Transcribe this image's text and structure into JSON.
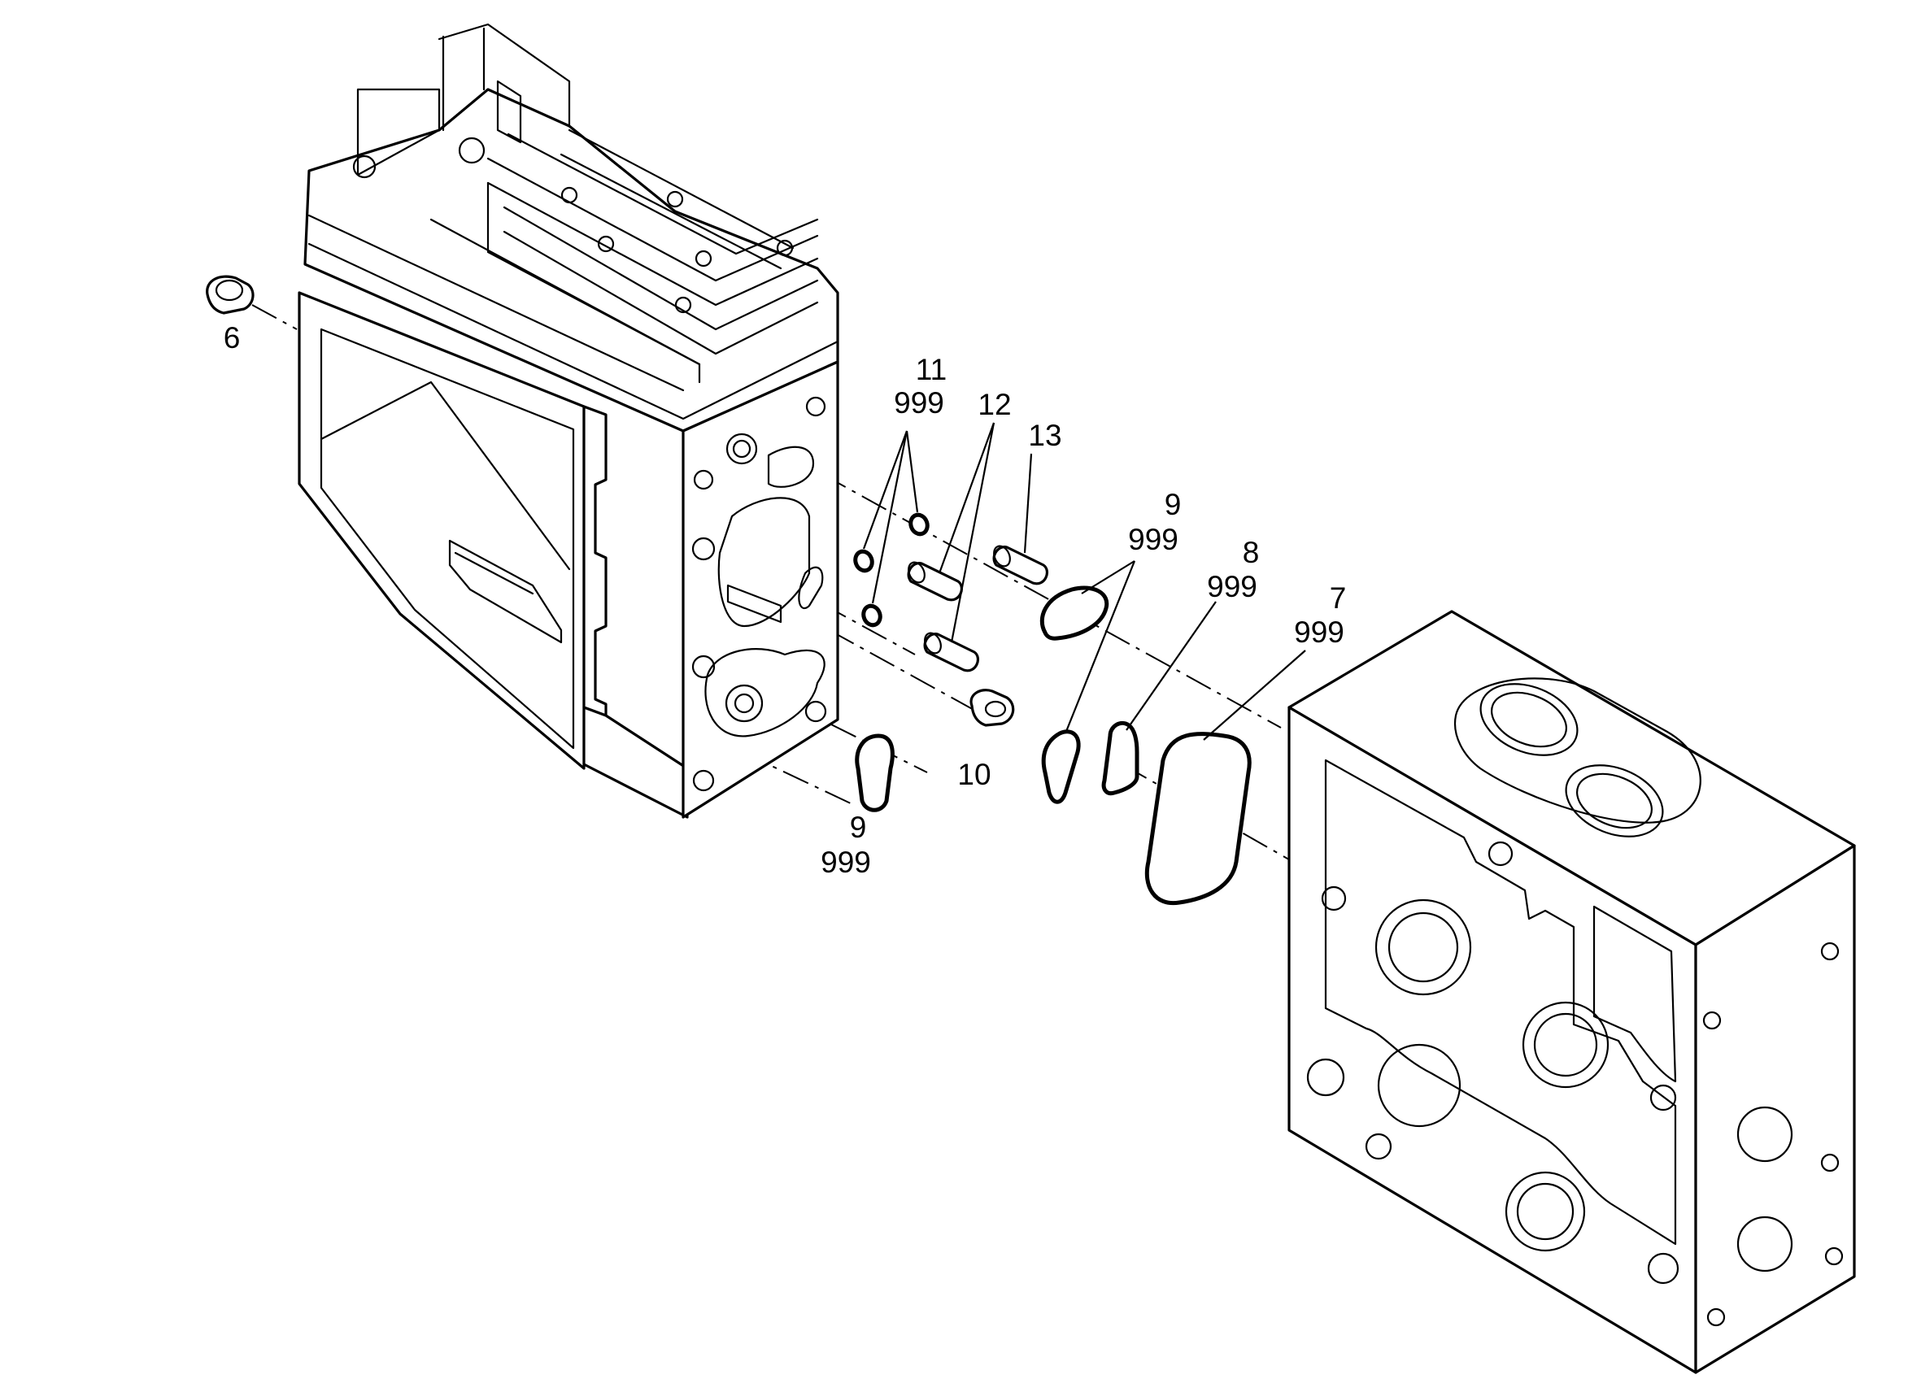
{
  "callouts": {
    "c6": {
      "num": "6"
    },
    "c11": {
      "num": "11",
      "code": "999"
    },
    "c12": {
      "num": "12"
    },
    "c13": {
      "num": "13"
    },
    "c9_top": {
      "num": "9",
      "code": "999"
    },
    "c8": {
      "num": "8",
      "code": "999"
    },
    "c7": {
      "num": "7",
      "code": "999"
    },
    "c10": {
      "num": "10"
    },
    "c9_bottom": {
      "num": "9",
      "code": "999"
    }
  },
  "colors": {
    "line": "#000000",
    "background": "#ffffff"
  }
}
